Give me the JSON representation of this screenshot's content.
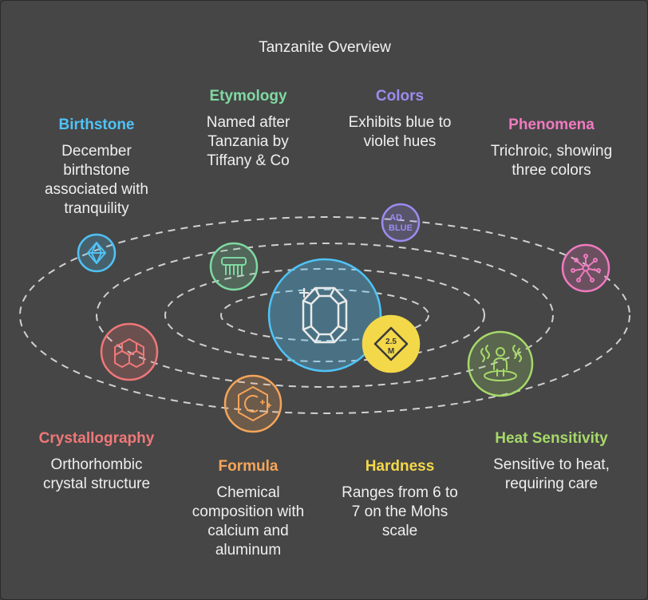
{
  "title": "Tanzanite Overview",
  "colors": {
    "birthstone": "#4fc3f7",
    "etymology": "#7fd9a2",
    "colors": "#9b8cf0",
    "phenomena": "#f07ac0",
    "crystallography": "#f07878",
    "formula": "#f5a55a",
    "hardness": "#f3d84a",
    "heat": "#a6d96a",
    "center": "#4fc3f7"
  },
  "items": {
    "birthstone": {
      "heading": "Birthstone",
      "desc": [
        "December",
        "birthstone",
        "associated with",
        "tranquility"
      ],
      "icon": "diamond-icon"
    },
    "etymology": {
      "heading": "Etymology",
      "desc": [
        "Named after",
        "Tanzania by",
        "Tiffany & Co"
      ],
      "icon": "comb-icon"
    },
    "colors": {
      "heading": "Colors",
      "desc": [
        "Exhibits blue to",
        "violet hues"
      ],
      "icon": "ad-blue-icon",
      "icon_text": [
        "AD",
        "BLUE"
      ]
    },
    "phenomena": {
      "heading": "Phenomena",
      "desc": [
        "Trichroic, showing",
        "three colors"
      ],
      "icon": "network-icon"
    },
    "crystallography": {
      "heading": "Crystallography",
      "desc": [
        "Orthorhombic",
        "crystal structure"
      ],
      "icon": "cube-cluster-icon"
    },
    "formula": {
      "heading": "Formula",
      "desc": [
        "Chemical",
        "composition with",
        "calcium and",
        "aluminum"
      ],
      "icon": "cpp-hexagon-icon"
    },
    "hardness": {
      "heading": "Hardness",
      "desc": [
        "Ranges from 6 to",
        "7 on the Mohs",
        "scale"
      ],
      "icon": "hardness-sign-icon",
      "icon_text": [
        "2.5",
        "M"
      ]
    },
    "heat": {
      "heading": "Heat Sensitivity",
      "desc": [
        "Sensitive to heat,",
        "requiring care"
      ],
      "icon": "heat-person-icon"
    }
  },
  "center_icon": "gem-icon"
}
